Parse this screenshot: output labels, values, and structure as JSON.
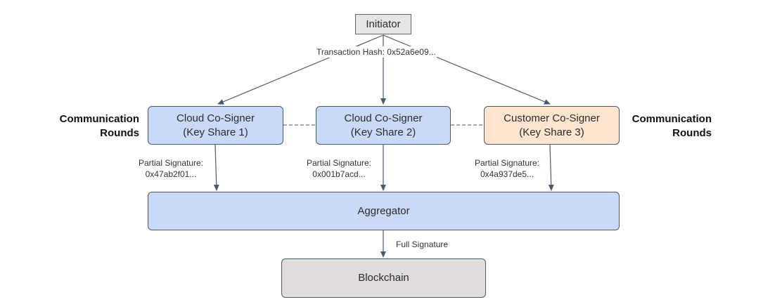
{
  "initiator": {
    "label": "Initiator"
  },
  "transaction_hash_label": "Transaction Hash: 0x52a6e09...",
  "signers": [
    {
      "line1": "Cloud Co-Signer",
      "line2": "(Key Share 1)",
      "partial_label": "Partial Signature:",
      "partial_value": "0x47ab2f01..."
    },
    {
      "line1": "Cloud Co-Signer",
      "line2": "(Key Share 2)",
      "partial_label": "Partial Signature:",
      "partial_value": "0x001b7acd..."
    },
    {
      "line1": "Customer Co-Signer",
      "line2": "(Key Share 3)",
      "partial_label": "Partial Signature:",
      "partial_value": "0x4a937de5..."
    }
  ],
  "communication_rounds": {
    "left": {
      "line1": "Communication",
      "line2": "Rounds"
    },
    "right": {
      "line1": "Communication",
      "line2": "Rounds"
    }
  },
  "aggregator": {
    "label": "Aggregator"
  },
  "full_signature_label": "Full Signature",
  "blockchain": {
    "label": "Blockchain"
  },
  "colors": {
    "cloud_fill": "#c9daf8",
    "customer_fill": "#fde5cf",
    "blockchain_fill": "#e0dcdc",
    "initiator_fill": "#e6e6e6",
    "edge": "#4a5a6a"
  }
}
